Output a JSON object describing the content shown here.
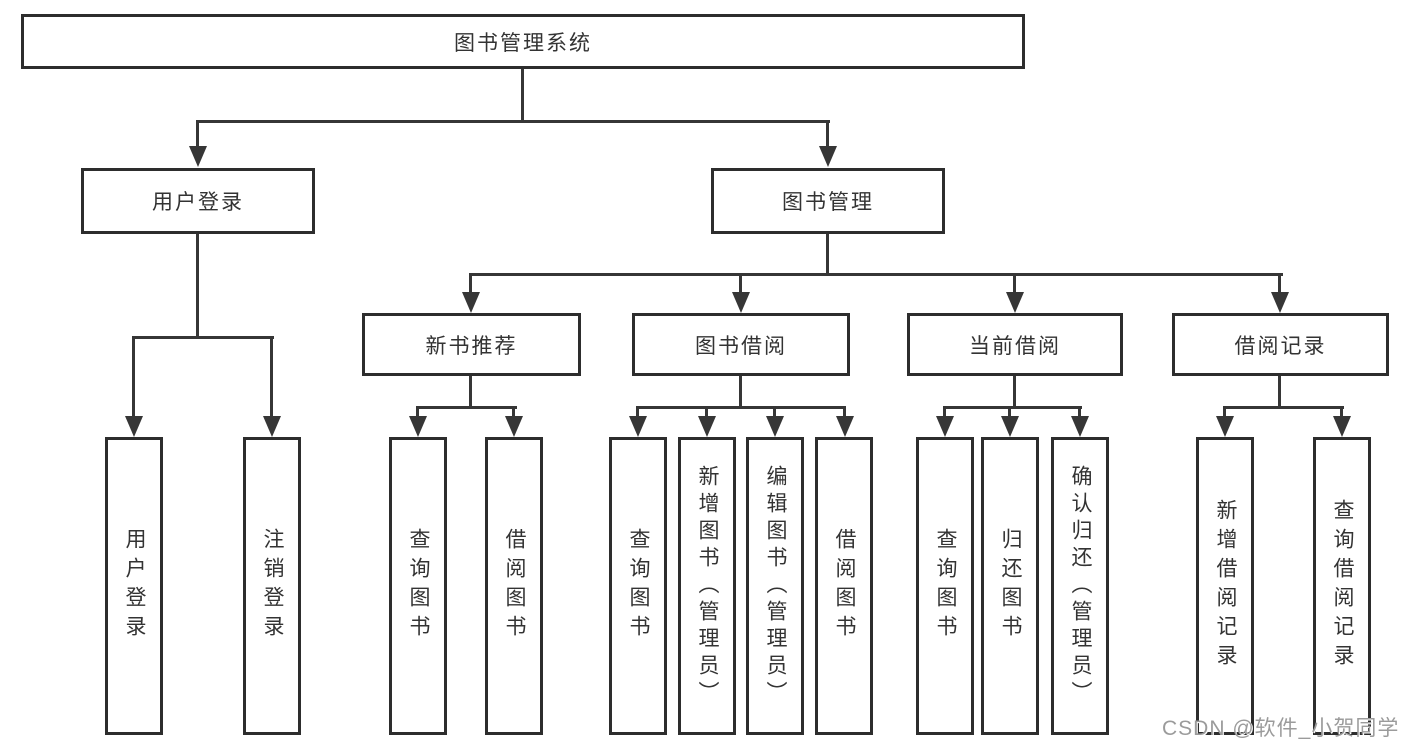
{
  "diagram": {
    "title": "图书管理系统",
    "level2": [
      {
        "label": "用户登录"
      },
      {
        "label": "图书管理"
      }
    ],
    "level3": [
      {
        "label": "新书推荐",
        "parent": "图书管理"
      },
      {
        "label": "图书借阅",
        "parent": "图书管理"
      },
      {
        "label": "当前借阅",
        "parent": "图书管理"
      },
      {
        "label": "借阅记录",
        "parent": "图书管理"
      }
    ],
    "leaves": [
      {
        "label": "用户登录",
        "parent": "用户登录"
      },
      {
        "label": "注销登录",
        "parent": "用户登录"
      },
      {
        "label": "查询图书",
        "parent": "新书推荐"
      },
      {
        "label": "借阅图书",
        "parent": "新书推荐"
      },
      {
        "label": "查询图书",
        "parent": "图书借阅"
      },
      {
        "label": "新增图书（管理员）",
        "parent": "图书借阅"
      },
      {
        "label": "编辑图书（管理员）",
        "parent": "图书借阅"
      },
      {
        "label": "借阅图书",
        "parent": "图书借阅"
      },
      {
        "label": "查询图书",
        "parent": "当前借阅"
      },
      {
        "label": "归还图书",
        "parent": "当前借阅"
      },
      {
        "label": "确认归还（管理员）",
        "parent": "当前借阅"
      },
      {
        "label": "新增借阅记录",
        "parent": "借阅记录"
      },
      {
        "label": "查询借阅记录",
        "parent": "借阅记录"
      }
    ]
  },
  "watermark": {
    "text": "CSDN @软件_小贺同学"
  },
  "colors": {
    "line": "#363636",
    "border": "#2d2d2d",
    "text": "#333333",
    "watermark": "#9b9b9b",
    "background": "#ffffff"
  }
}
